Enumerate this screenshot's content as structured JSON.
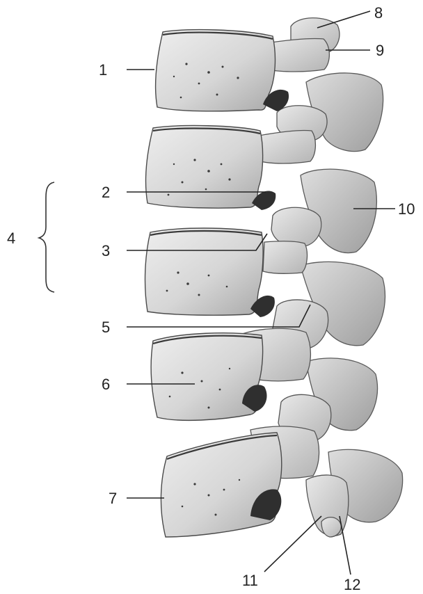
{
  "labels": [
    {
      "id": "1",
      "text": "1"
    },
    {
      "id": "2",
      "text": "2"
    },
    {
      "id": "3",
      "text": "3"
    },
    {
      "id": "4",
      "text": "4"
    },
    {
      "id": "5",
      "text": "5"
    },
    {
      "id": "6",
      "text": "6"
    },
    {
      "id": "7",
      "text": "7"
    },
    {
      "id": "8",
      "text": "8"
    },
    {
      "id": "9",
      "text": "9"
    },
    {
      "id": "10",
      "text": "10"
    },
    {
      "id": "11",
      "text": "11"
    },
    {
      "id": "12",
      "text": "12"
    }
  ],
  "colors": {
    "bone_light": "#e4e4e4",
    "bone_mid": "#c9c9c9",
    "bone_dark": "#8d8d8d",
    "line": "#222222"
  }
}
